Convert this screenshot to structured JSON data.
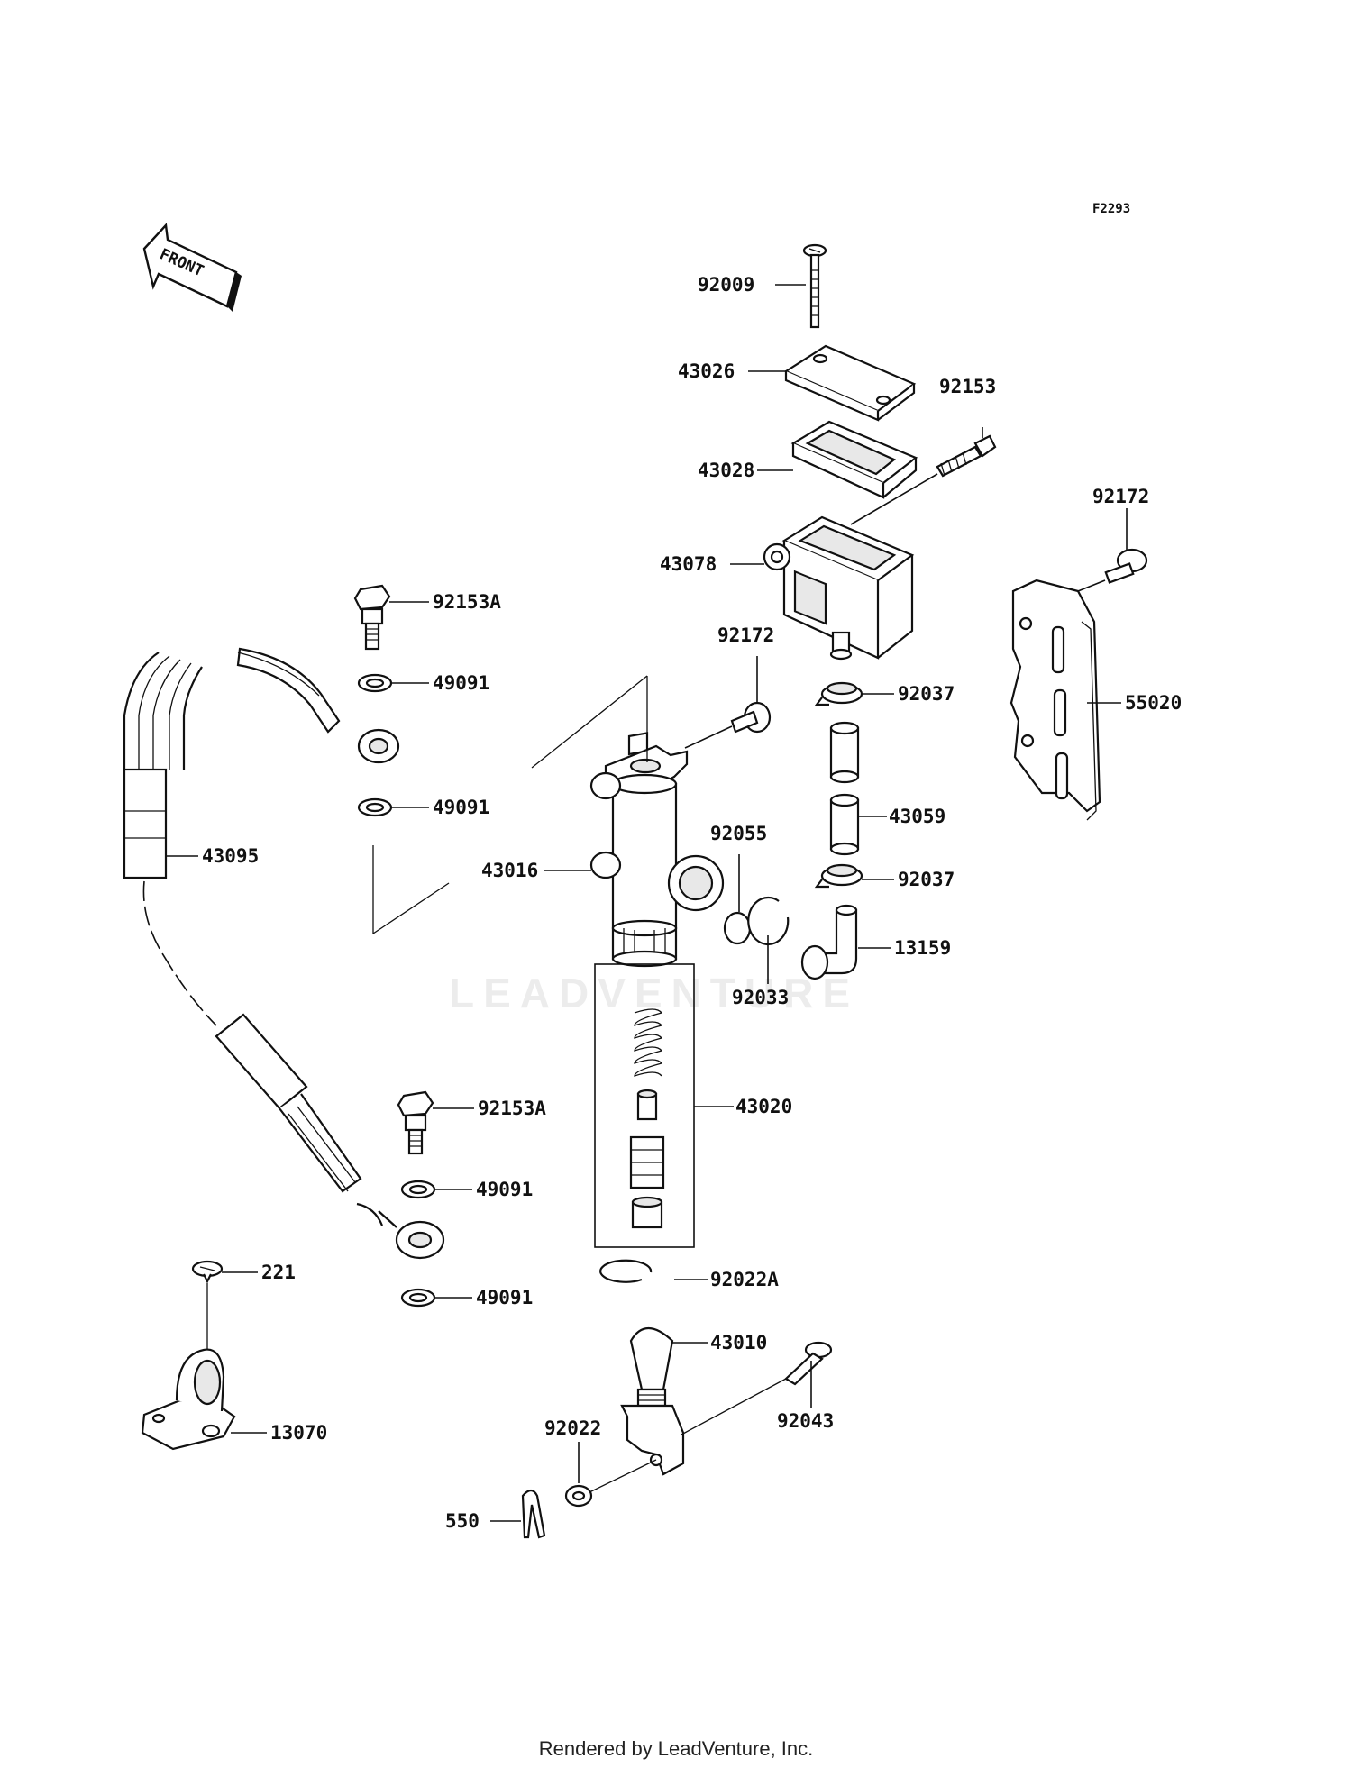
{
  "diagram_id": "F2293",
  "front_arrow_label": "FRONT",
  "watermark": "LEADVENTURE",
  "footer": "Rendered by LeadVenture, Inc.",
  "labels": {
    "p92009": "92009",
    "p43026": "43026",
    "p92153": "92153",
    "p43028": "43028",
    "p43078": "43078",
    "p92172_r": "92172",
    "p55020": "55020",
    "p92153A_top": "92153A",
    "p49091_1": "49091",
    "p49091_2": "49091",
    "p92172_c": "92172",
    "p92037_1": "92037",
    "p43059": "43059",
    "p92037_2": "92037",
    "p13159": "13159",
    "p43095": "43095",
    "p43016": "43016",
    "p92055": "92055",
    "p92033": "92033",
    "p43020": "43020",
    "p92153A_bot": "92153A",
    "p49091_3": "49091",
    "p49091_4": "49091",
    "p221": "221",
    "p13070": "13070",
    "p92022A": "92022A",
    "p43010": "43010",
    "p92043": "92043",
    "p92022": "92022",
    "p550": "550"
  }
}
